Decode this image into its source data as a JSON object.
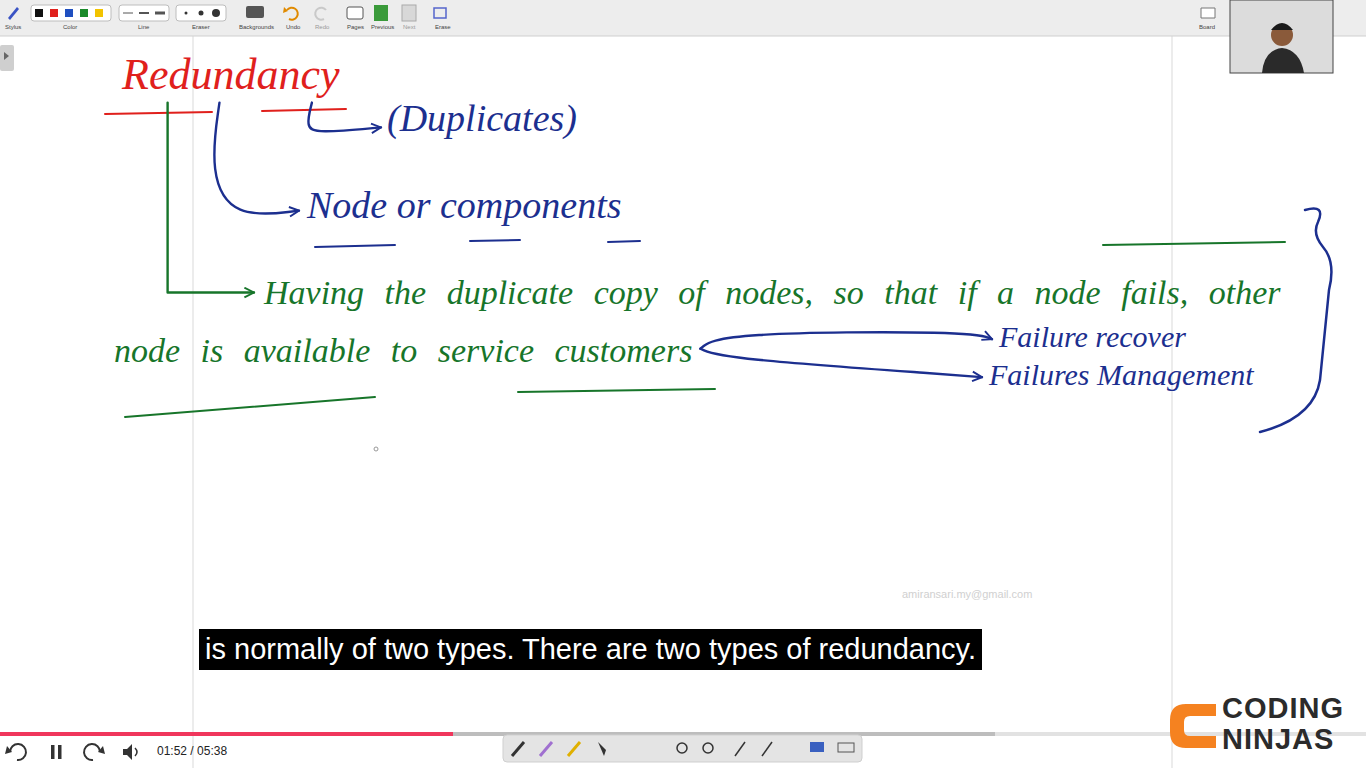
{
  "diagram": {
    "nodes": [
      {
        "text": [
          "Redundancy"
        ]
      },
      {
        "text": [
          "(Duplicates)"
        ]
      },
      {
        "text": [
          "Node or components"
        ]
      },
      {
        "text": [
          "Having the duplicate copy of nodes, so that if a node fails, other node is available to service customers"
        ]
      },
      {
        "text": [
          "Failure recover"
        ]
      },
      {
        "text": [
          "Failures Management"
        ]
      }
    ],
    "edges": [
      {
        "from": 0,
        "to": 1,
        "arrow": "to"
      },
      {
        "from": 0,
        "to": 2,
        "arrow": "to"
      },
      {
        "from": 0,
        "to": 3,
        "arrow": "to"
      },
      {
        "from": 3,
        "to": 4,
        "arrow": "to"
      },
      {
        "from": 3,
        "to": 5,
        "arrow": "to"
      }
    ],
    "labels": [
      "Stylus",
      "Color",
      "Line",
      "Eraser",
      "Backgrounds",
      "Undo",
      "Redo",
      "Pages",
      "Previous",
      "Next",
      "Erase",
      "Board",
      "amiransari.my@gmail.com",
      "is normally of two types. There are two types of redundancy.",
      "01:52 / 05:38",
      "CODING",
      "NINJAS"
    ]
  }
}
